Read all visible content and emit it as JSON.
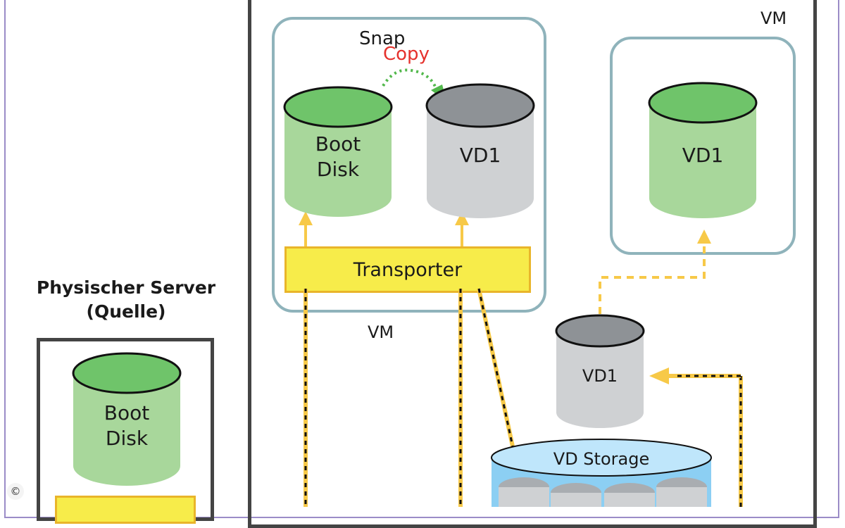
{
  "labels": {
    "snap": "Snap",
    "copy": "Copy",
    "vm_top_right": "VM",
    "vm_center": "VM",
    "physical_server_line1": "Physischer Server",
    "physical_server_line2": "(Quelle)",
    "transporter": "Transporter",
    "copyright": "©"
  },
  "disks": {
    "boot_disk_vm": {
      "line1": "Boot",
      "line2": "Disk"
    },
    "vd1_snap": "VD1",
    "vd1_right_vm": "VD1",
    "vd1_middle": "VD1",
    "boot_disk_server": {
      "line1": "Boot",
      "line2": "Disk"
    },
    "vd_storage": "VD Storage"
  },
  "colors": {
    "green_top": "#6fc46a",
    "green_body": "#a8d79b",
    "grey_top": "#8e9296",
    "grey_body": "#cfd1d3",
    "storage_blue": "#8ccff3",
    "storage_top": "#bfe6fb",
    "arrow_yellow": "#f7c948",
    "copy_red": "#e5322d",
    "copy_green": "#52b84c"
  }
}
